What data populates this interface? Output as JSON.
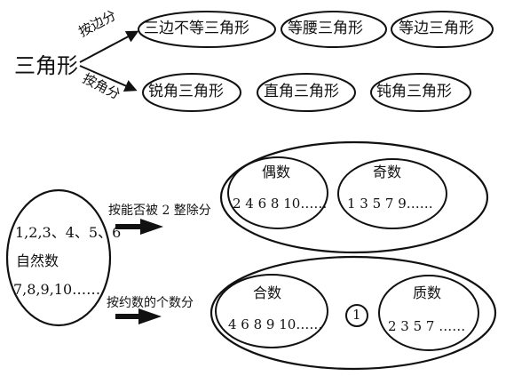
{
  "triangle": {
    "root": "三角形",
    "by_side_label": "按边分",
    "by_angle_label": "按角分",
    "side_types": [
      "三边不等三角形",
      "等腰三角形",
      "等边三角形"
    ],
    "angle_types": [
      "锐角三角形",
      "直角三角形",
      "钝角三角形"
    ]
  },
  "natural_numbers": {
    "line1": "1,2,3、4、5、6",
    "name": "自然数",
    "line2": "7,8,9,10……",
    "parity_label": "按能否被 2 整除分",
    "even_title": "偶数",
    "even_values": "2 4 6 8 10……",
    "odd_title": "奇数",
    "odd_values": "1 3 5 7 9……",
    "divisor_label": "按约数的个数分",
    "composite_title": "合数",
    "composite_values": "4 6 8 9 10……",
    "one": "1",
    "prime_title": "质数",
    "prime_values": "2 3 5 7 ……"
  },
  "colors": {
    "ink": "#111111",
    "background": "#ffffff"
  }
}
